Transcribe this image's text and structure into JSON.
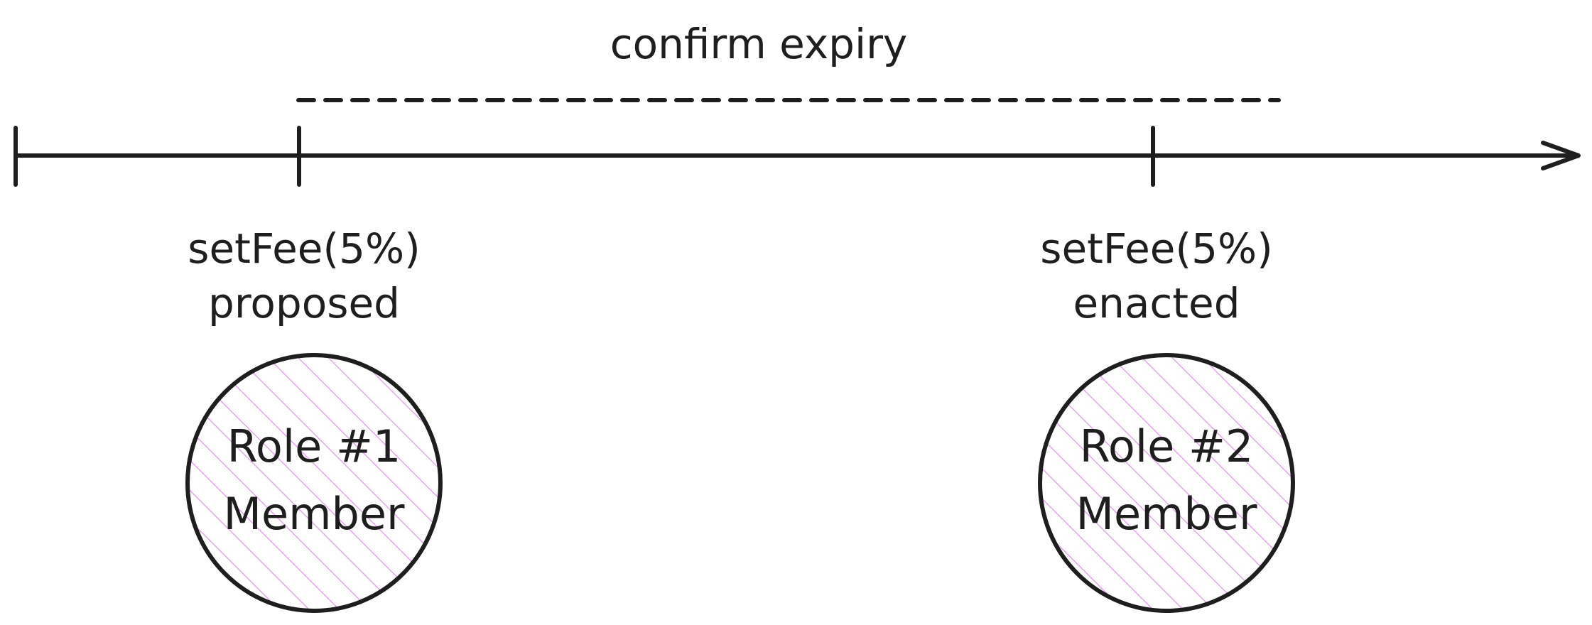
{
  "interval": {
    "label": "confirm expiry"
  },
  "events": [
    {
      "line1": "setFee(5%)",
      "line2": "proposed",
      "role_line1": "Role #1",
      "role_line2": "Member"
    },
    {
      "line1": "setFee(5%)",
      "line2": "enacted",
      "role_line1": "Role #2",
      "role_line2": "Member"
    }
  ],
  "colors": {
    "stroke": "#1e1e1e",
    "hatch": "#e3a6ec",
    "background": "#ffffff"
  }
}
